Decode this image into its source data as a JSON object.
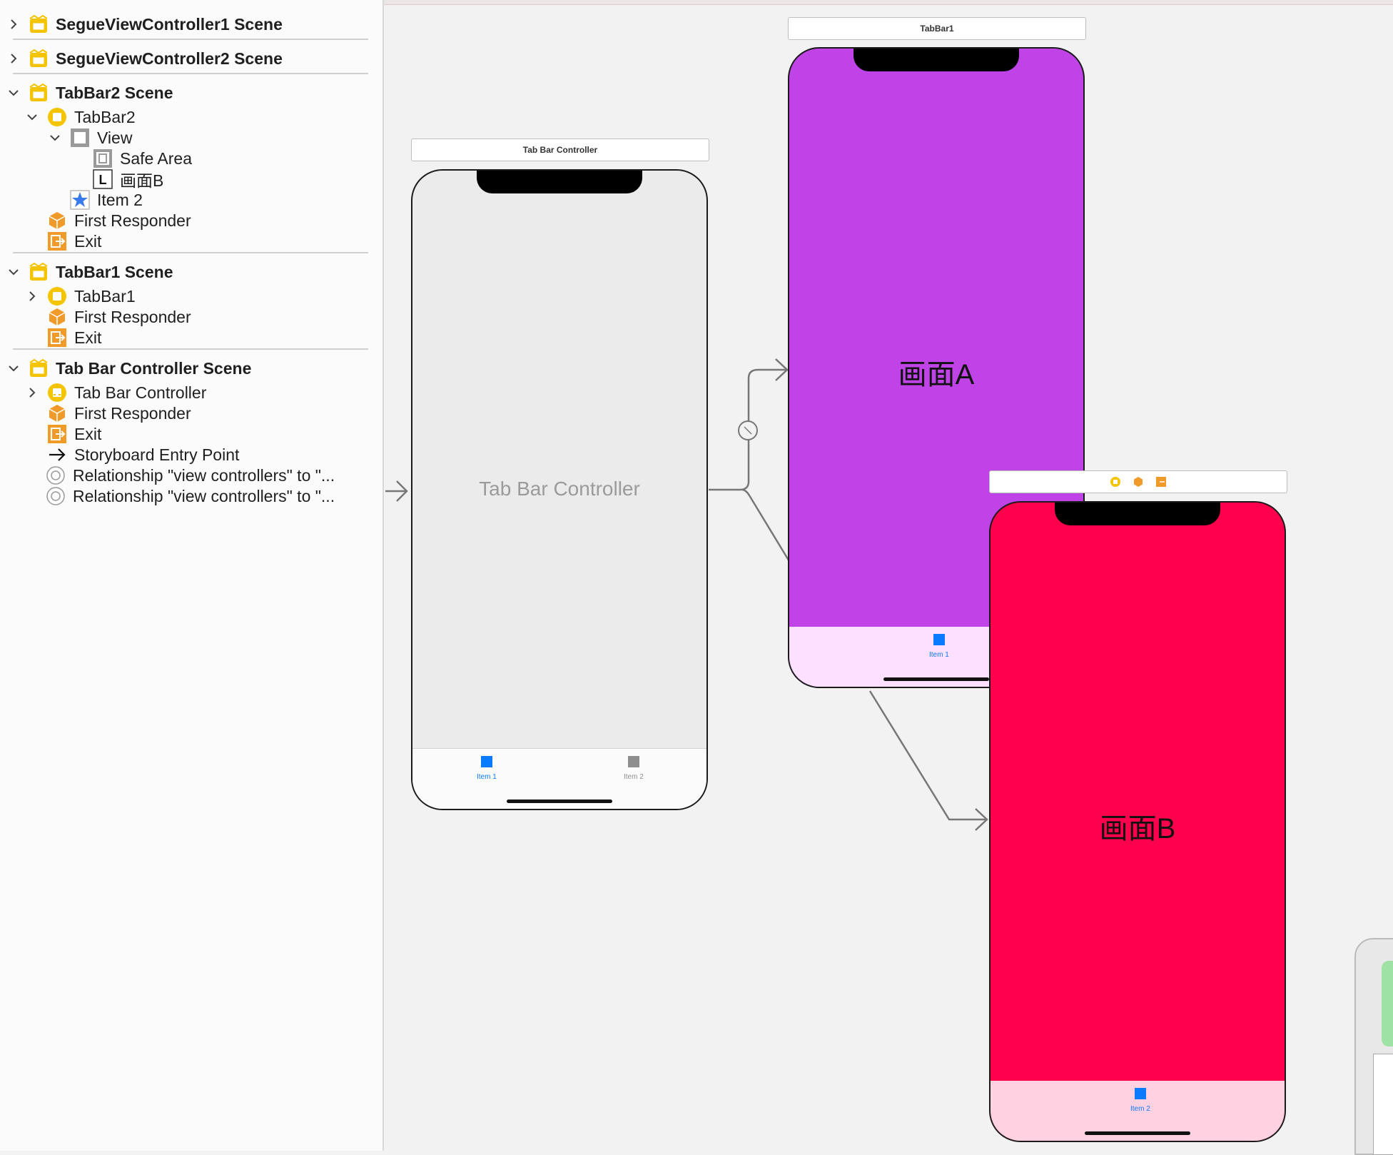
{
  "outline": {
    "items": [
      {
        "label": "SegueViewController1 Scene"
      },
      {
        "label": "SegueViewController2 Scene"
      },
      {
        "label": "TabBar2 Scene"
      },
      {
        "label": "TabBar2"
      },
      {
        "label": "View"
      },
      {
        "label": "Safe Area"
      },
      {
        "label": "画面B"
      },
      {
        "label": "Item 2"
      },
      {
        "label": "First Responder"
      },
      {
        "label": "Exit"
      },
      {
        "label": "TabBar1 Scene"
      },
      {
        "label": "TabBar1"
      },
      {
        "label": "First Responder"
      },
      {
        "label": "Exit"
      },
      {
        "label": "Tab Bar Controller Scene"
      },
      {
        "label": "Tab Bar Controller"
      },
      {
        "label": "First Responder"
      },
      {
        "label": "Exit"
      },
      {
        "label": "Storyboard Entry Point"
      },
      {
        "label": "Relationship \"view controllers\" to \"..."
      },
      {
        "label": "Relationship \"view controllers\" to \"..."
      }
    ]
  },
  "canvas": {
    "tabbar_controller": {
      "title": "Tab Bar Controller",
      "center_text": "Tab Bar Controller",
      "tab1": "Item 1",
      "tab2": "Item 2"
    },
    "tabbar1": {
      "title": "TabBar1",
      "center_text": "画面A",
      "tab": "Item 1",
      "color": "#bf43e6"
    },
    "tabbar2": {
      "center_text": "画面B",
      "tab": "Item 2",
      "color": "#ff004c"
    }
  },
  "colors": {
    "accent": "#0a7aff",
    "scene_icon": "#f5c400",
    "cube_icon": "#f09a2a"
  }
}
